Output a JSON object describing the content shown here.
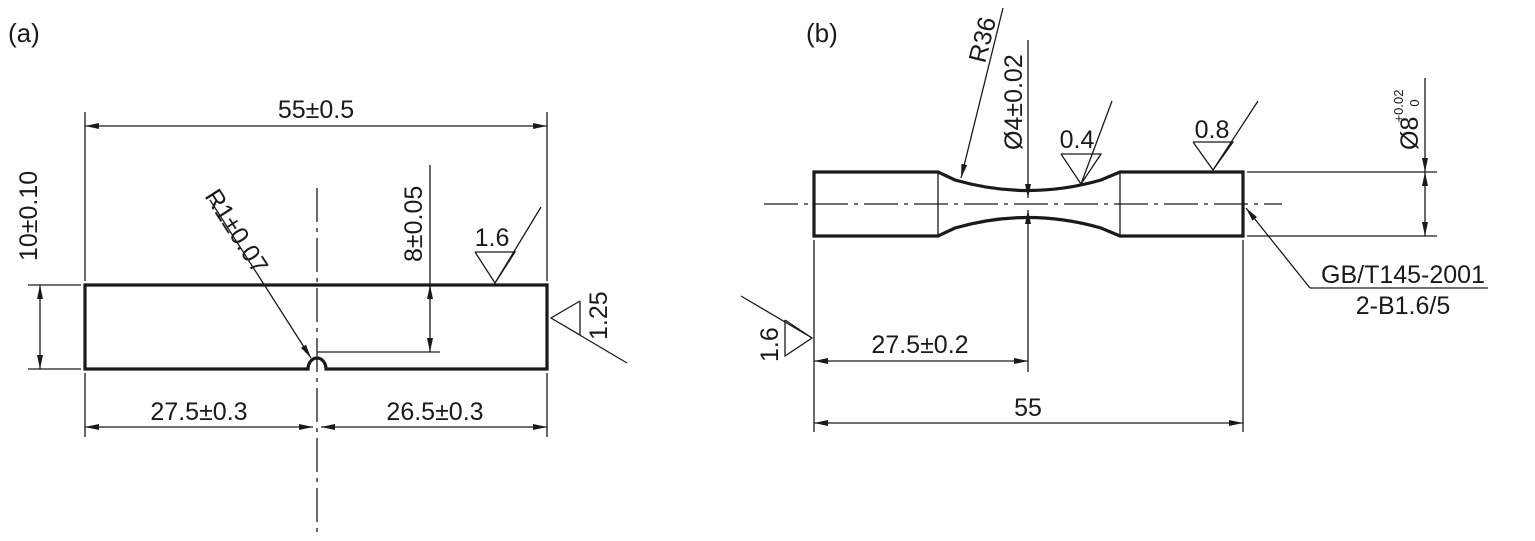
{
  "panel_a": {
    "label": "(a)",
    "dim_length": "55±0.5",
    "dim_height": "10±0.10",
    "dim_radius": "R1±0.07",
    "dim_depth": "8±0.05",
    "dim_left": "27.5±0.3",
    "dim_right": "26.5±0.3",
    "roughness_top": "1.6",
    "roughness_end": "1.25"
  },
  "panel_b": {
    "label": "(b)",
    "dim_fillet": "R36",
    "dim_waist": "Ø4±0.02",
    "roughness_waist": "0.4",
    "roughness_shoulder": "0.8",
    "dim_diameter_base": "Ø8",
    "dim_diameter_tol_upper": "+0.02",
    "dim_diameter_tol_lower": "0",
    "roughness_left": "1.6",
    "dim_half": "27.5±0.2",
    "dim_total": "55",
    "note_line1": "GB/T145-2001",
    "note_line2": "2-B1.6/5"
  }
}
